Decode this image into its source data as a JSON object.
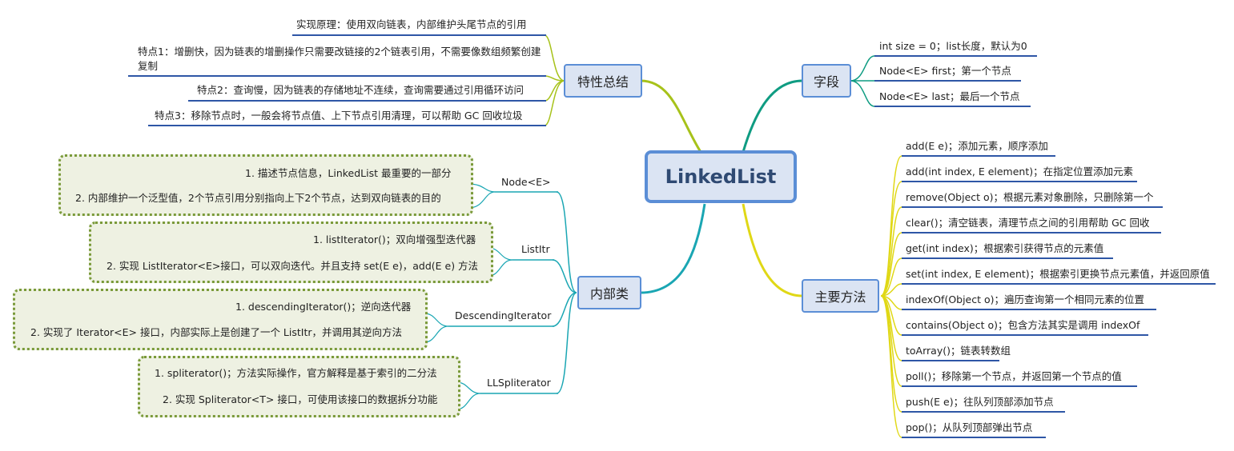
{
  "root": {
    "label": "LinkedList"
  },
  "features": {
    "label": "特性总结",
    "items": [
      "实现原理：使用双向链表，内部维护头尾节点的引用",
      "特点1：增删快，因为链表的增删操作只需要改链接的2个链表引用，不需要像数组频繁创建复制",
      "特点2：查询慢，因为链表的存储地址不连续，查询需要通过引用循环访问",
      "特点3：移除节点时，一般会将节点值、上下节点引用清理，可以帮助 GC 回收垃圾"
    ]
  },
  "fields": {
    "label": "字段",
    "items": [
      "int size = 0；list长度，默认为0",
      "Node<E> first；第一个节点",
      "Node<E> last；最后一个节点"
    ]
  },
  "inner": {
    "label": "内部类",
    "classes": [
      {
        "name": "Node<E>",
        "items": [
          "1. 描述节点信息，LinkedList 最重要的一部分",
          "2. 内部维护一个泛型值，2个节点引用分别指向上下2个节点，达到双向链表的目的"
        ]
      },
      {
        "name": "ListItr",
        "items": [
          "1. listIterator()；双向增强型迭代器",
          "2. 实现 ListIterator<E>接口，可以双向迭代。并且支持 set(E e)，add(E e) 方法"
        ]
      },
      {
        "name": "DescendingIterator",
        "items": [
          "1. descendingIterator()；逆向迭代器",
          "2. 实现了 Iterator<E> 接口，内部实际上是创建了一个 ListItr，并调用其逆向方法"
        ]
      },
      {
        "name": "LLSpliterator",
        "items": [
          "1. spliterator()；方法实际操作，官方解释是基于索引的二分法",
          "2. 实现 Spliterator<T> 接口，可使用该接口的数据拆分功能"
        ]
      }
    ]
  },
  "methods": {
    "label": "主要方法",
    "items": [
      "add(E e)；添加元素，顺序添加",
      "add(int index, E element)；在指定位置添加元素",
      "remove(Object o)；根据元素对象删除，只删除第一个",
      "clear()；清空链表，清理节点之间的引用帮助 GC 回收",
      "get(int index)；根据索引获得节点的元素值",
      "set(int index, E element)；根据索引更换节点元素值，并返回原值",
      "indexOf(Object o)；遍历查询第一个相同元素的位置",
      "contains(Object o)；包含方法其实是调用 indexOf",
      "toArray()；链表转数组",
      "poll()；移除第一个节点，并返回第一个节点的值",
      "push(E e)；往队列顶部添加节点",
      "pop()；从队列顶部弹出节点"
    ]
  },
  "colors": {
    "node_border": "#5b8ed6",
    "node_fill": "#dbe4f3",
    "underline": "#2e56a6",
    "features_branch": "#a7c21a",
    "fields_branch": "#0f9c82",
    "inner_branch": "#1aa6b3",
    "methods_branch": "#e0d816",
    "group_border": "#7a9a3a",
    "group_fill": "#eef1e2"
  }
}
